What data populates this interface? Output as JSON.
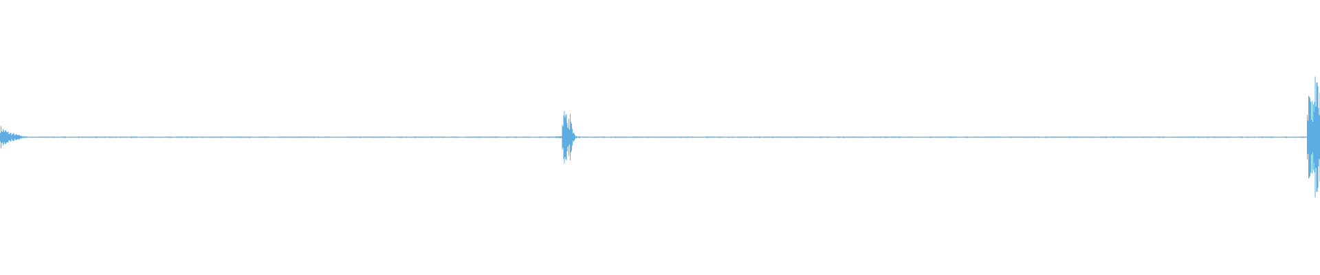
{
  "waveform": {
    "color": "#5dade2",
    "background": "#ffffff",
    "peak_amplitudes": [
      0.09,
      0.05,
      0.03,
      0.015,
      0.005,
      0.005,
      0.005,
      0.005,
      0.005,
      0.005,
      0.005,
      0.005,
      0.005,
      0.005,
      0.005,
      0.005,
      0.005,
      0.005,
      0.005,
      0.005,
      0.005,
      0.005,
      0.005,
      0.005,
      0.005,
      0.005,
      0.005,
      0.005,
      0.005,
      0.005,
      0.005,
      0.005,
      0.005,
      0.005,
      0.005,
      0.005,
      0.005,
      0.005,
      0.005,
      0.005,
      0.005,
      0.005,
      0.005,
      0.005,
      0.005,
      0.005,
      0.005,
      0.005,
      0.005,
      0.005,
      0.005,
      0.005,
      0.005,
      0.005,
      0.005,
      0.005,
      0.005,
      0.005,
      0.005,
      0.005,
      0.005,
      0.005,
      0.005,
      0.005,
      0.005,
      0.005,
      0.005,
      0.005,
      0.005,
      0.005,
      0.005,
      0.005,
      0.005,
      0.005,
      0.005,
      0.005,
      0.005,
      0.005,
      0.005,
      0.005,
      0.005,
      0.005,
      0.005,
      0.005,
      0.005,
      0.01,
      0.19,
      0.17,
      0.01,
      0.005,
      0.005,
      0.005,
      0.005,
      0.005,
      0.005,
      0.005,
      0.005,
      0.005,
      0.005,
      0.005,
      0.005,
      0.005,
      0.005,
      0.005,
      0.005,
      0.005,
      0.005,
      0.005,
      0.005,
      0.005,
      0.005,
      0.005,
      0.005,
      0.005,
      0.005,
      0.005,
      0.005,
      0.005,
      0.005,
      0.005,
      0.005,
      0.005,
      0.005,
      0.005,
      0.005,
      0.005,
      0.005,
      0.005,
      0.005,
      0.005,
      0.005,
      0.005,
      0.005,
      0.005,
      0.005,
      0.005,
      0.005,
      0.005,
      0.005,
      0.005,
      0.005,
      0.005,
      0.005,
      0.005,
      0.005,
      0.005,
      0.005,
      0.005,
      0.005,
      0.005,
      0.005,
      0.005,
      0.005,
      0.005,
      0.005,
      0.005,
      0.005,
      0.005,
      0.005,
      0.005,
      0.005,
      0.005,
      0.005,
      0.005,
      0.005,
      0.005,
      0.005,
      0.005,
      0.005,
      0.005,
      0.005,
      0.005,
      0.005,
      0.005,
      0.005,
      0.005,
      0.005,
      0.005,
      0.005,
      0.005,
      0.005,
      0.005,
      0.005,
      0.005,
      0.005,
      0.005,
      0.005,
      0.005,
      0.005,
      0.005,
      0.005,
      0.005,
      0.005,
      0.005,
      0.005,
      0.005,
      0.005,
      0.005,
      0.005,
      0.005,
      0.3,
      0.44
    ]
  }
}
